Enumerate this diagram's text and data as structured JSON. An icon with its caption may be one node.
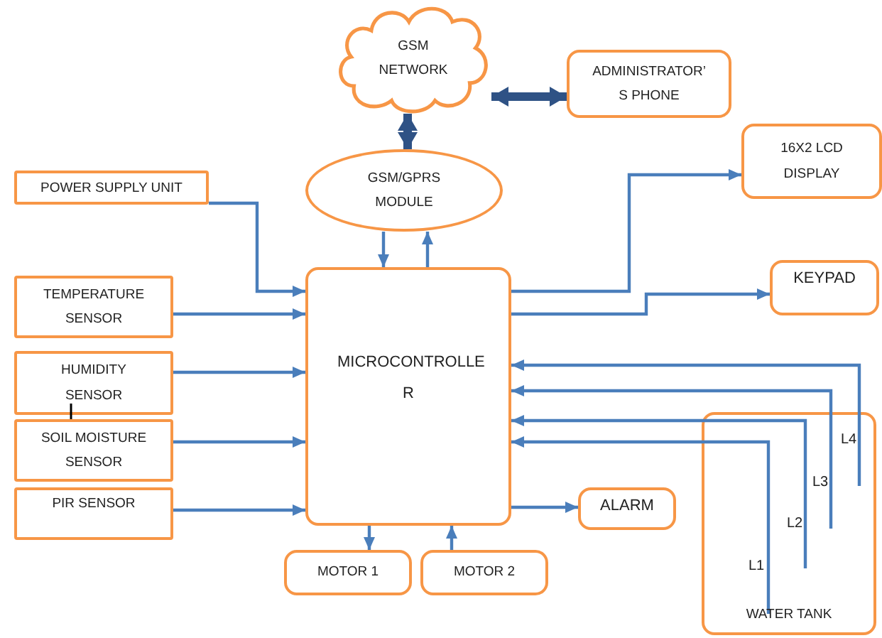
{
  "diagram": {
    "nodes": [
      {
        "text": [
          "GSM NETWORK"
        ]
      },
      {
        "text": [
          "ADMINISTRATOR’ S PHONE"
        ]
      },
      {
        "text": [
          "GSM/GPRS MODULE"
        ]
      },
      {
        "text": [
          "16X2 LCD DISPLAY"
        ]
      },
      {
        "text": [
          "POWER SUPPLY UNIT"
        ]
      },
      {
        "text": [
          "MICROCONTROLLE R"
        ]
      },
      {
        "text": [
          "KEYPAD"
        ]
      },
      {
        "text": [
          "TEMPERATURE SENSOR"
        ]
      },
      {
        "text": [
          "HUMIDITY SENSOR"
        ]
      },
      {
        "text": [
          "SOIL MOISTURE SENSOR"
        ]
      },
      {
        "text": [
          "PIR SENSOR"
        ]
      },
      {
        "text": [
          "ALARM"
        ]
      },
      {
        "text": [
          "WATER TANK"
        ]
      },
      {
        "text": [
          "MOTOR 1"
        ]
      },
      {
        "text": [
          "MOTOR 2"
        ]
      }
    ],
    "edges": [
      {
        "from": 0,
        "to": 1,
        "arrow": "both",
        "style": "thick",
        "color": "#2f5285"
      },
      {
        "from": 0,
        "to": 2,
        "arrow": "both",
        "style": "thick",
        "color": "#2f5285"
      },
      {
        "from": 2,
        "to": 5,
        "arrow": "to"
      },
      {
        "from": 5,
        "to": 2,
        "arrow": "to"
      },
      {
        "from": 4,
        "to": 5,
        "arrow": "to"
      },
      {
        "from": 7,
        "to": 5,
        "arrow": "to"
      },
      {
        "from": 8,
        "to": 5,
        "arrow": "to"
      },
      {
        "from": 9,
        "to": 5,
        "arrow": "to"
      },
      {
        "from": 10,
        "to": 5,
        "arrow": "to"
      },
      {
        "from": 5,
        "to": 3,
        "arrow": "to"
      },
      {
        "from": 5,
        "to": 6,
        "arrow": "to"
      },
      {
        "from": 12,
        "to": 5,
        "arrow": "to",
        "label": "L4"
      },
      {
        "from": 12,
        "to": 5,
        "arrow": "to",
        "label": "L3"
      },
      {
        "from": 12,
        "to": 5,
        "arrow": "to",
        "label": "L2"
      },
      {
        "from": 12,
        "to": 5,
        "arrow": "to",
        "label": "L1"
      },
      {
        "from": 5,
        "to": 11,
        "arrow": "to"
      },
      {
        "from": 5,
        "to": 13,
        "arrow": "to"
      },
      {
        "from": 14,
        "to": 5,
        "arrow": "to"
      },
      {
        "from": 8,
        "to": 9,
        "arrow": "none",
        "color": "#000000"
      }
    ]
  }
}
